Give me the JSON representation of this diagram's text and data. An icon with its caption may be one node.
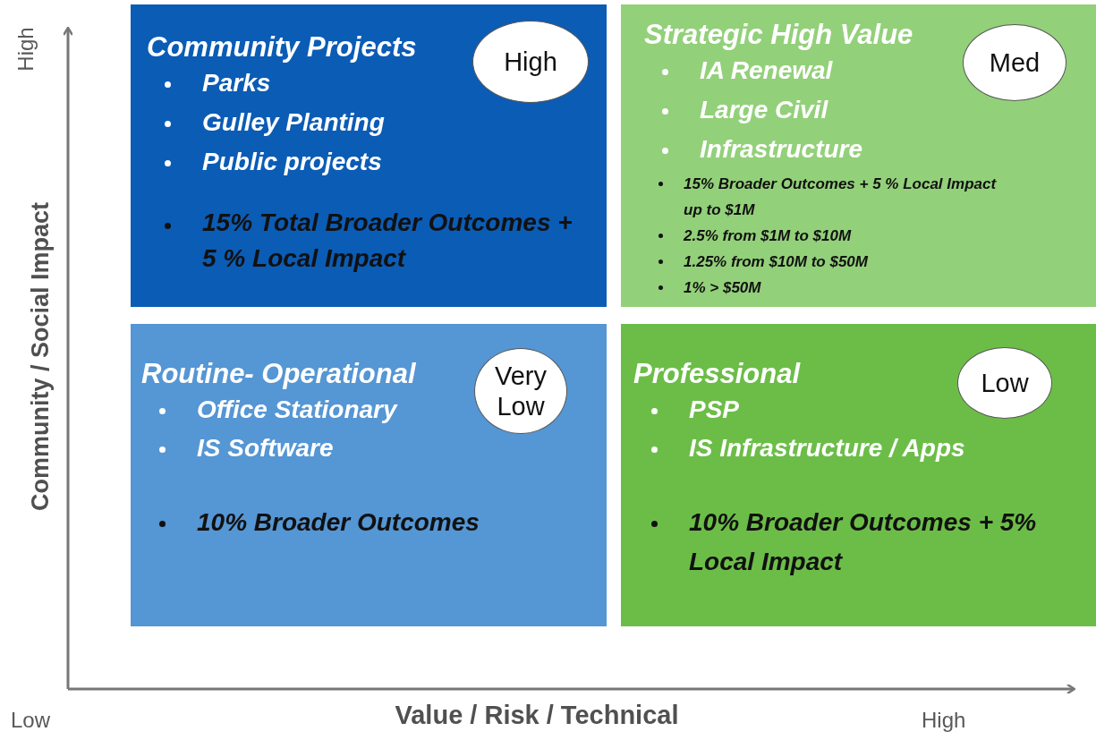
{
  "diagram": {
    "nodes": [
      {
        "text": [
          "Community Projects",
          "Parks",
          "Gulley Planting",
          "Public projects",
          "15% Total Broader Outcomes + 5 % Local Impact"
        ]
      },
      {
        "text": [
          "High"
        ],
        "in": 0
      },
      {
        "text": [
          "Strategic High Value",
          "IA Renewal",
          "Large Civil",
          "Infrastructure",
          "15% Broader Outcomes + 5 % Local Impact up to $1M",
          "2.5% from $1M to $10M",
          "1.25% from $10M to $50M",
          "1% > $50M"
        ]
      },
      {
        "text": [
          "Med"
        ],
        "in": 2
      },
      {
        "text": [
          "Routine- Operational",
          "Office Stationary",
          "IS Software",
          "10% Broader Outcomes"
        ]
      },
      {
        "text": [
          "Very Low"
        ],
        "in": 4
      },
      {
        "text": [
          "Professional",
          "PSP",
          "IS Infrastructure / Apps",
          "10% Broader Outcomes + 5% Local Impact"
        ]
      },
      {
        "text": [
          "Low"
        ],
        "in": 6
      }
    ],
    "edges": [],
    "labels": [
      "High",
      "Community / Social Impact",
      "Low",
      "Value / Risk / Technical",
      "High"
    ]
  }
}
